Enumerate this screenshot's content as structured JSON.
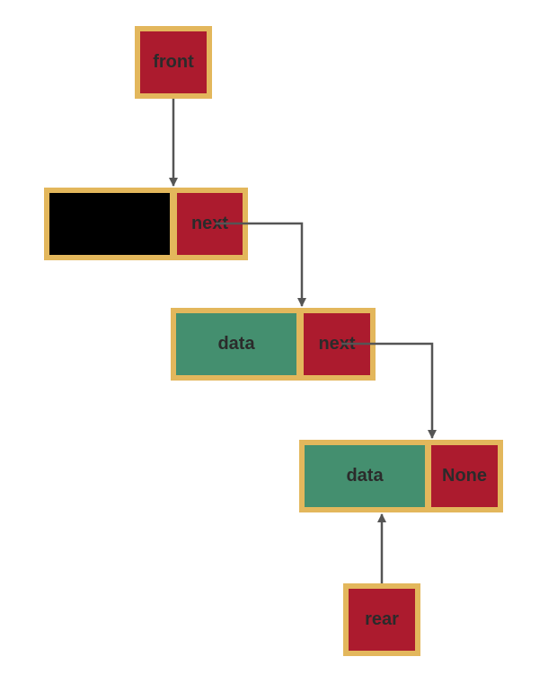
{
  "pointers": {
    "front": "front",
    "rear": "rear"
  },
  "nodes": [
    {
      "data": "",
      "next": "next"
    },
    {
      "data": "data",
      "next": "next"
    },
    {
      "data": "data",
      "next": "None"
    }
  ],
  "colors": {
    "border": "#e3b75c",
    "pointer_cell": "#ac1b2e",
    "data_cell": "#448f6f",
    "head_data_cell": "#000000",
    "arrow": "#555555"
  }
}
